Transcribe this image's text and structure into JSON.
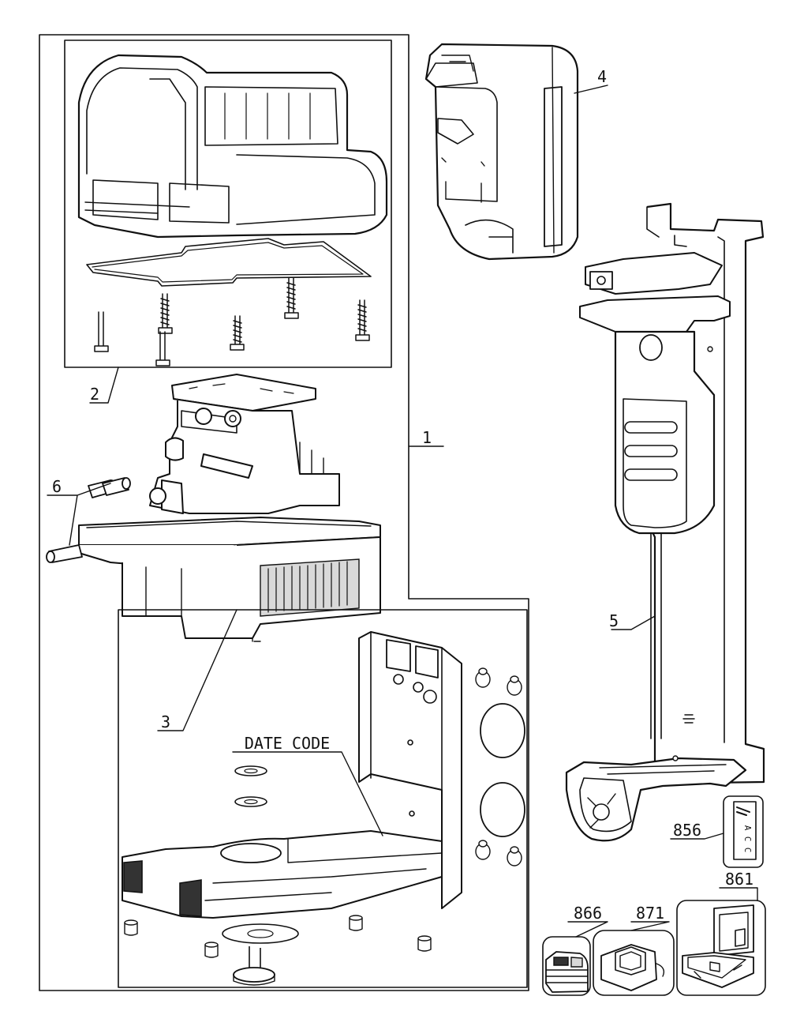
{
  "callouts": {
    "c1": "1",
    "c2": "2",
    "c3": "3",
    "c4": "4",
    "c5": "5",
    "c6": "6",
    "c856": "856",
    "c861": "861",
    "c866": "866",
    "c871": "871",
    "date_code": "DATE CODE",
    "acc": [
      "A",
      "C",
      "C"
    ]
  }
}
